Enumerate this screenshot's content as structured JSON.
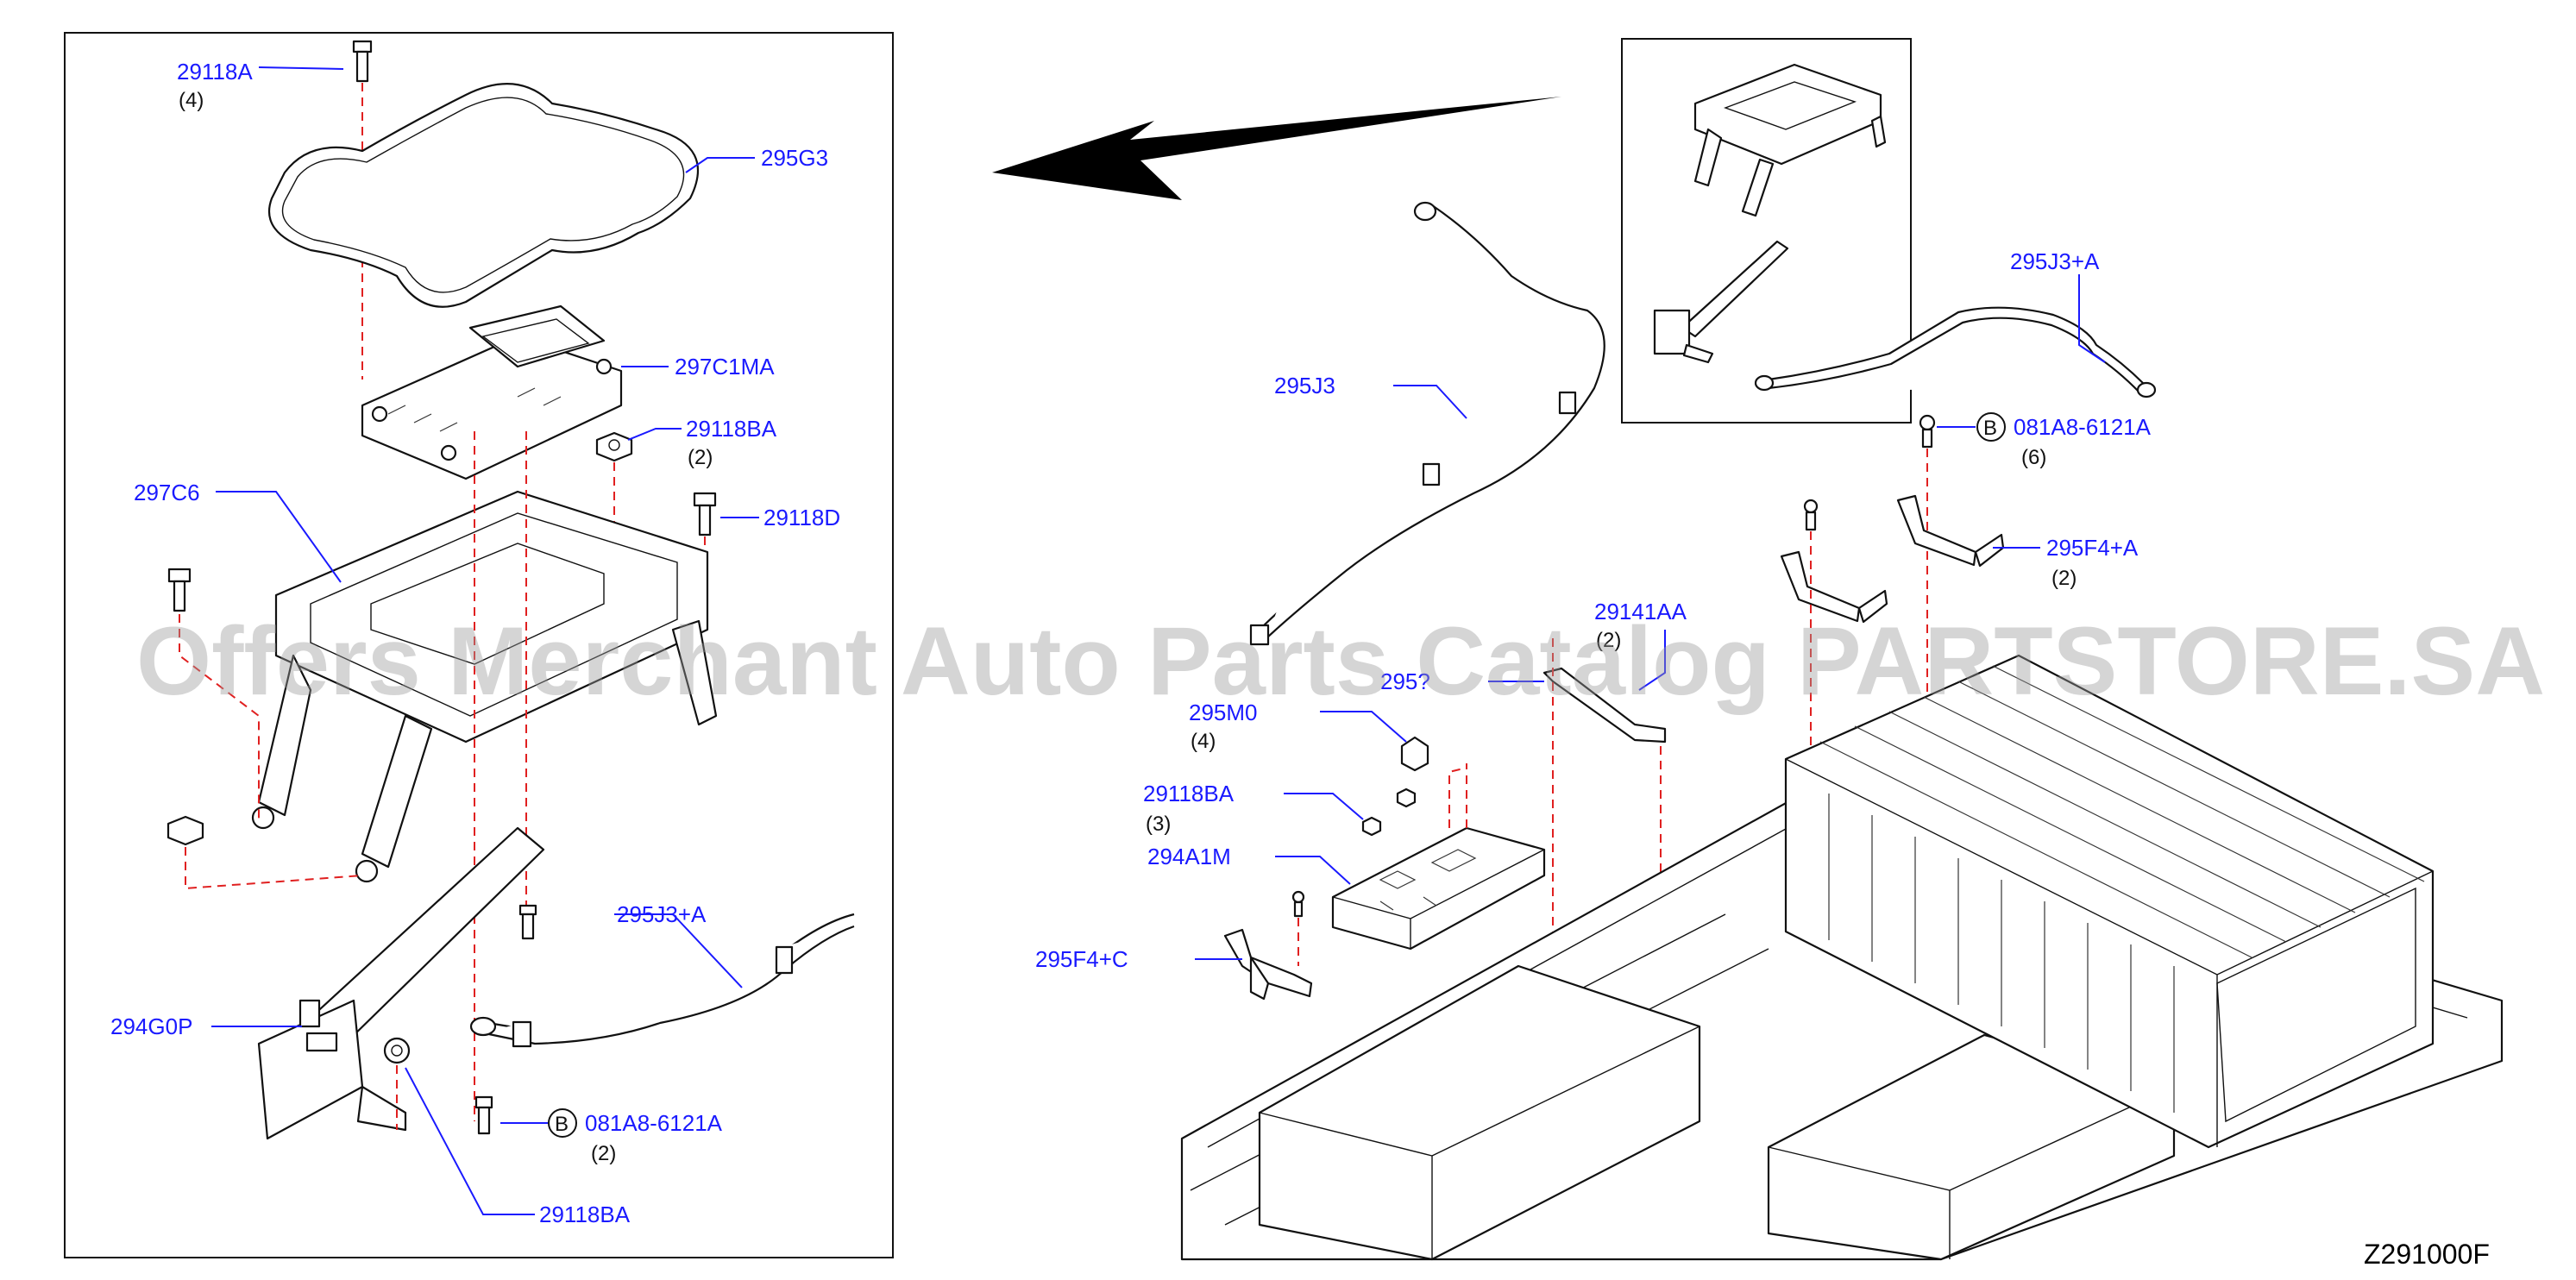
{
  "watermark": "Offers Merchant Auto Parts Catalog PARTSTORE.SA",
  "diagram_code": "Z291000F",
  "callouts": {
    "c29118A": "29118A",
    "q29118A": "(4)",
    "c295G3": "295G3",
    "c297C1MA": "297C1MA",
    "c29118BA_top": "29118BA",
    "q29118BA_top": "(2)",
    "c297C6": "297C6",
    "c29118D": "29118D",
    "c295J3A_left": "295J3+A",
    "c294G0P": "294G0P",
    "c081A8_left": "081A8-6121A",
    "q081A8_left": "(2)",
    "b_left": "B",
    "c29118BA_bottom": "29118BA",
    "c295J3": "295J3",
    "c295J3A_right": "295J3+A",
    "b_right": "B",
    "c081A8_right": "081A8-6121A",
    "q081A8_right": "(6)",
    "c295F4A": "295F4+A",
    "q295F4A": "(2)",
    "c29141AA": "29141AA",
    "q29141AA": "(2)",
    "c295_partial": "295?",
    "c295M0": "295M0",
    "q295M0": "(4)",
    "c29118BA_mid": "29118BA",
    "q29118BA_mid": "(3)",
    "c294A1M": "294A1M",
    "c295F4C": "295F4+C"
  },
  "colors": {
    "callout": "#1a1aff",
    "leader_dash": "#e02020",
    "line_art": "#111111",
    "watermark": "#9a9a9a"
  }
}
